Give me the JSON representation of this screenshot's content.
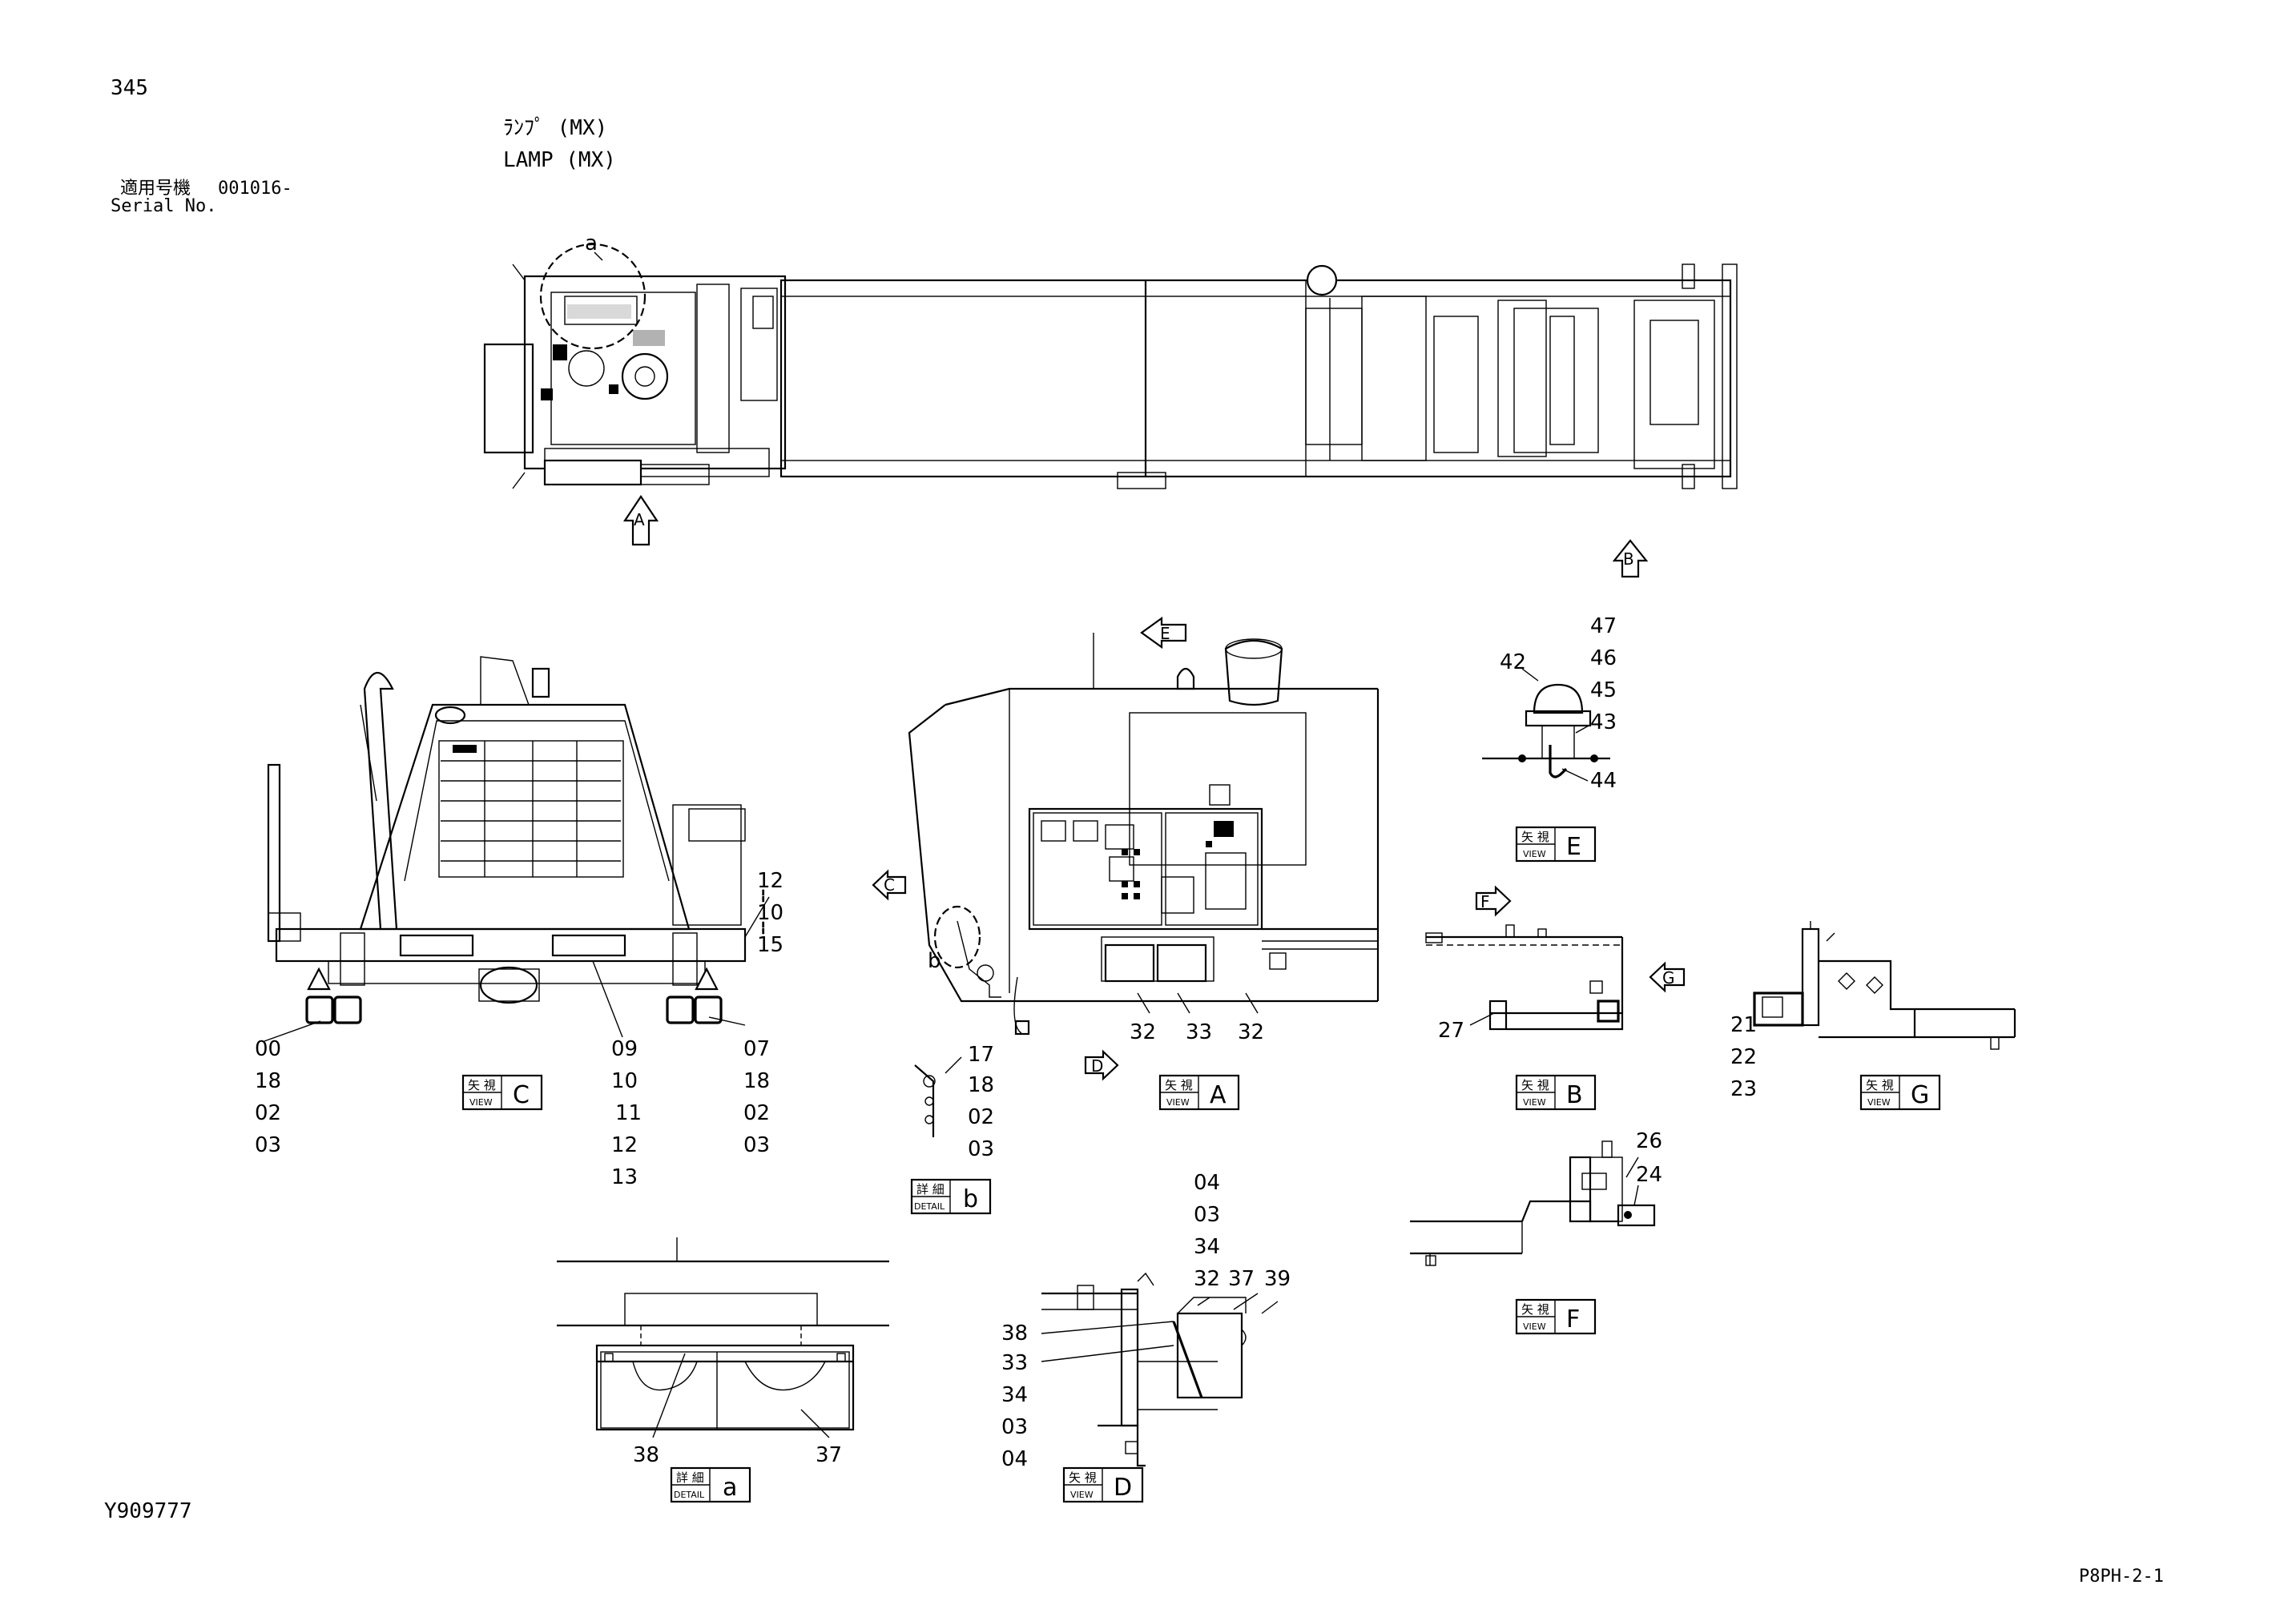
{
  "page_number": "345",
  "title_jp": "ﾗﾝﾌﾟ (MX)",
  "title_en": "LAMP (MX)",
  "serial_label_jp": "適用号機",
  "serial_label_en": "Serial No.",
  "serial_value": "001016-",
  "doc_code": "Y909777",
  "sheet_code": "P8PH-2-1",
  "overview_markers": {
    "detail_a": "a",
    "view_a": "A",
    "view_b": "B"
  },
  "view_labels": {
    "view_jp": "矢 視",
    "view_en": "VIEW",
    "detail_jp": "詳 細",
    "detail_en": "DETAIL",
    "C": "C",
    "A": "A",
    "B": "B",
    "E": "E",
    "G": "G",
    "F": "F",
    "D": "D",
    "b": "b",
    "a": "a"
  },
  "view_arrows": {
    "E": "E",
    "C": "C",
    "D": "D",
    "F": "F",
    "G": "G"
  },
  "view_c_callouts": {
    "right_stack": [
      "12",
      "10",
      "15"
    ],
    "left_stack": [
      "00",
      "18",
      "02",
      "03"
    ],
    "center_stack": [
      "09",
      "10",
      "11",
      "12",
      "13"
    ],
    "right_bottom_stack": [
      "07",
      "18",
      "02",
      "03"
    ]
  },
  "view_a_callouts": {
    "b_marker": "b",
    "c1": "32",
    "c2": "33",
    "c3": "32"
  },
  "detail_b_callouts": [
    "17",
    "18",
    "02",
    "03"
  ],
  "view_e_callouts": {
    "stack": [
      "47",
      "46",
      "45",
      "43"
    ],
    "left": "42",
    "bottom": "44"
  },
  "view_b_callouts": {
    "left": "27"
  },
  "view_g_callouts": [
    "21",
    "22",
    "23"
  ],
  "view_f_callouts": {
    "top": "26",
    "second": "24"
  },
  "detail_a_callouts": {
    "left": "38",
    "right": "37"
  },
  "view_d_callouts": {
    "top_stack": [
      "04",
      "03",
      "34",
      "32"
    ],
    "top_right": [
      "37",
      "39"
    ],
    "left_stack": [
      "38",
      "33",
      "34",
      "03",
      "04"
    ]
  }
}
